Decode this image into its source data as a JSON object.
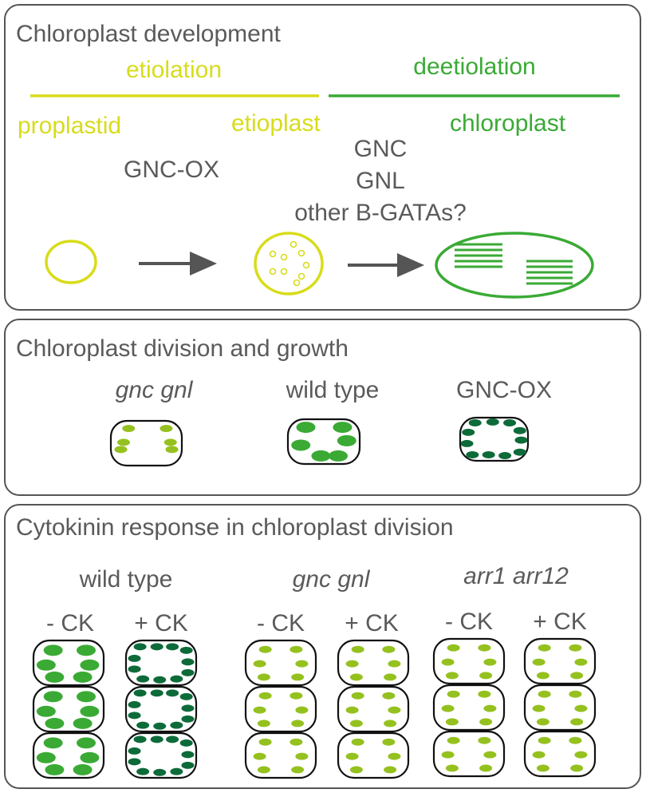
{
  "colors": {
    "yellow": "#d8dc1a",
    "green": "#3aaa35",
    "gray": "#5a5a5a",
    "frame": "#555555",
    "light_green": "#95c11f",
    "mid_green": "#3aaa35",
    "dark_green": "#0d6b3a"
  },
  "panel1": {
    "title": "Chloroplast development",
    "etiolation": "etiolation",
    "deetiolation": "deetiolation",
    "proplastid": "proplastid",
    "etioplast": "etioplast",
    "chloroplast": "chloroplast",
    "gnc_ox": "GNC-OX",
    "gnc": "GNC",
    "gnl": "GNL",
    "other_gatas": "other B-GATAs?"
  },
  "panel2": {
    "title": "Chloroplast division and growth",
    "label_mutant": "gnc gnl",
    "label_wt": "wild type",
    "label_ox": "GNC-OX"
  },
  "panel3": {
    "title": "Cytokinin response in chloroplast division",
    "genotypes": [
      "wild type",
      "gnc gnl",
      "arr1 arr12"
    ],
    "minus_ck": "- CK",
    "plus_ck": "+ CK"
  },
  "icons": [
    "arrow-right-icon",
    "proplastid-icon",
    "etioplast-icon",
    "chloroplast-icon",
    "cell-icon"
  ]
}
